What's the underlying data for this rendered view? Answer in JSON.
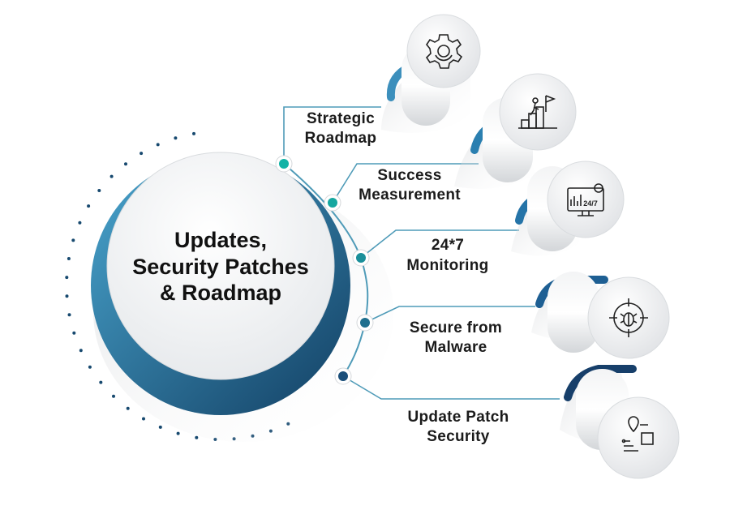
{
  "center": {
    "line1": "Updates,",
    "line2": "Security Patches",
    "line3": "& Roadmap"
  },
  "items": [
    {
      "line1": "Strategic",
      "line2": "Roadmap",
      "icon": "gear-icon",
      "color": "#12b3a6"
    },
    {
      "line1": "Success",
      "line2": "Measurement",
      "icon": "climb-flag-icon",
      "color": "#15a7a0"
    },
    {
      "line1": "24*7",
      "line2": "Monitoring",
      "icon": "monitor-24-7-icon",
      "color": "#1a8f9a"
    },
    {
      "line1": "Secure from",
      "line2": "Malware",
      "icon": "bug-target-icon",
      "color": "#1f6f8e"
    },
    {
      "line1": "Update Patch",
      "line2": "Security",
      "icon": "location-box-icon",
      "color": "#1b4f7a"
    }
  ],
  "colors": {
    "ring_dark": "#17496f",
    "ring_light": "#3c8fbc",
    "connector": "#4f9bb8"
  }
}
